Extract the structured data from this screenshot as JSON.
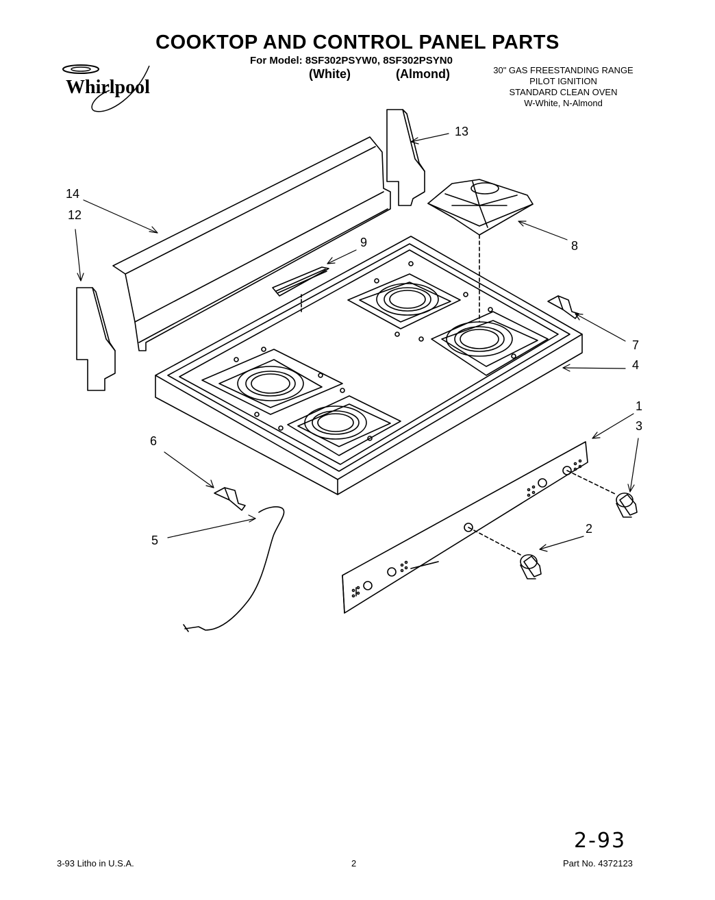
{
  "header": {
    "title": "COOKTOP AND CONTROL PANEL PARTS",
    "model_line": "For Model: 8SF302PSYW0, 8SF302PSYN0",
    "white_label": "(White)",
    "almond_label": "(Almond)"
  },
  "description": [
    "30\" GAS FREESTANDING RANGE",
    "PILOT IGNITION",
    "STANDARD CLEAN OVEN",
    "W-White, N-Almond"
  ],
  "brand": {
    "logo_text": "Whirlpool"
  },
  "callouts": {
    "c1": "1",
    "c2": "2",
    "c3": "3",
    "c4": "4",
    "c5": "5",
    "c6": "6",
    "c7": "7",
    "c8": "8",
    "c9": "9",
    "c12": "12",
    "c13": "13",
    "c14": "14"
  },
  "footer": {
    "litho": "3-93 Litho in U.S.A.",
    "page_number": "2",
    "part_number": "Part No. 4372123",
    "handwritten_date": "2-93"
  }
}
